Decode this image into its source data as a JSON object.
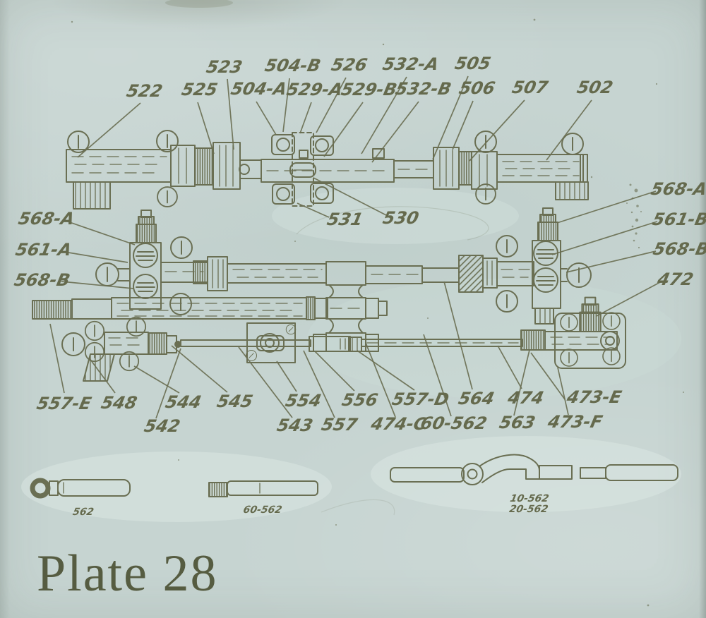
{
  "page": {
    "title": "Plate 28",
    "colors": {
      "paper": "#c6d4d1",
      "ink": "#6a6f53",
      "title_ink": "#565c41"
    }
  },
  "callouts": {
    "upper_row1": [
      "523",
      "504-B",
      "526",
      "532-A",
      "505"
    ],
    "upper_row2": [
      "522",
      "525",
      "504-A",
      "529-A",
      "529-B",
      "532-B",
      "506",
      "507",
      "502"
    ],
    "center": [
      "531",
      "530"
    ],
    "left": [
      "568-A",
      "561-A",
      "568-B"
    ],
    "right": [
      "568-A",
      "561-B",
      "568-B",
      "472"
    ],
    "lower_row1": [
      "557-E",
      "548",
      "544",
      "545",
      "554",
      "556",
      "557-D",
      "564",
      "474",
      "473-E"
    ],
    "lower_row2": [
      "542",
      "543",
      "557",
      "474-C",
      "60-562",
      "563",
      "473-F"
    ],
    "loose_parts": [
      "562",
      "60-562",
      "10-562",
      "20-562"
    ]
  }
}
